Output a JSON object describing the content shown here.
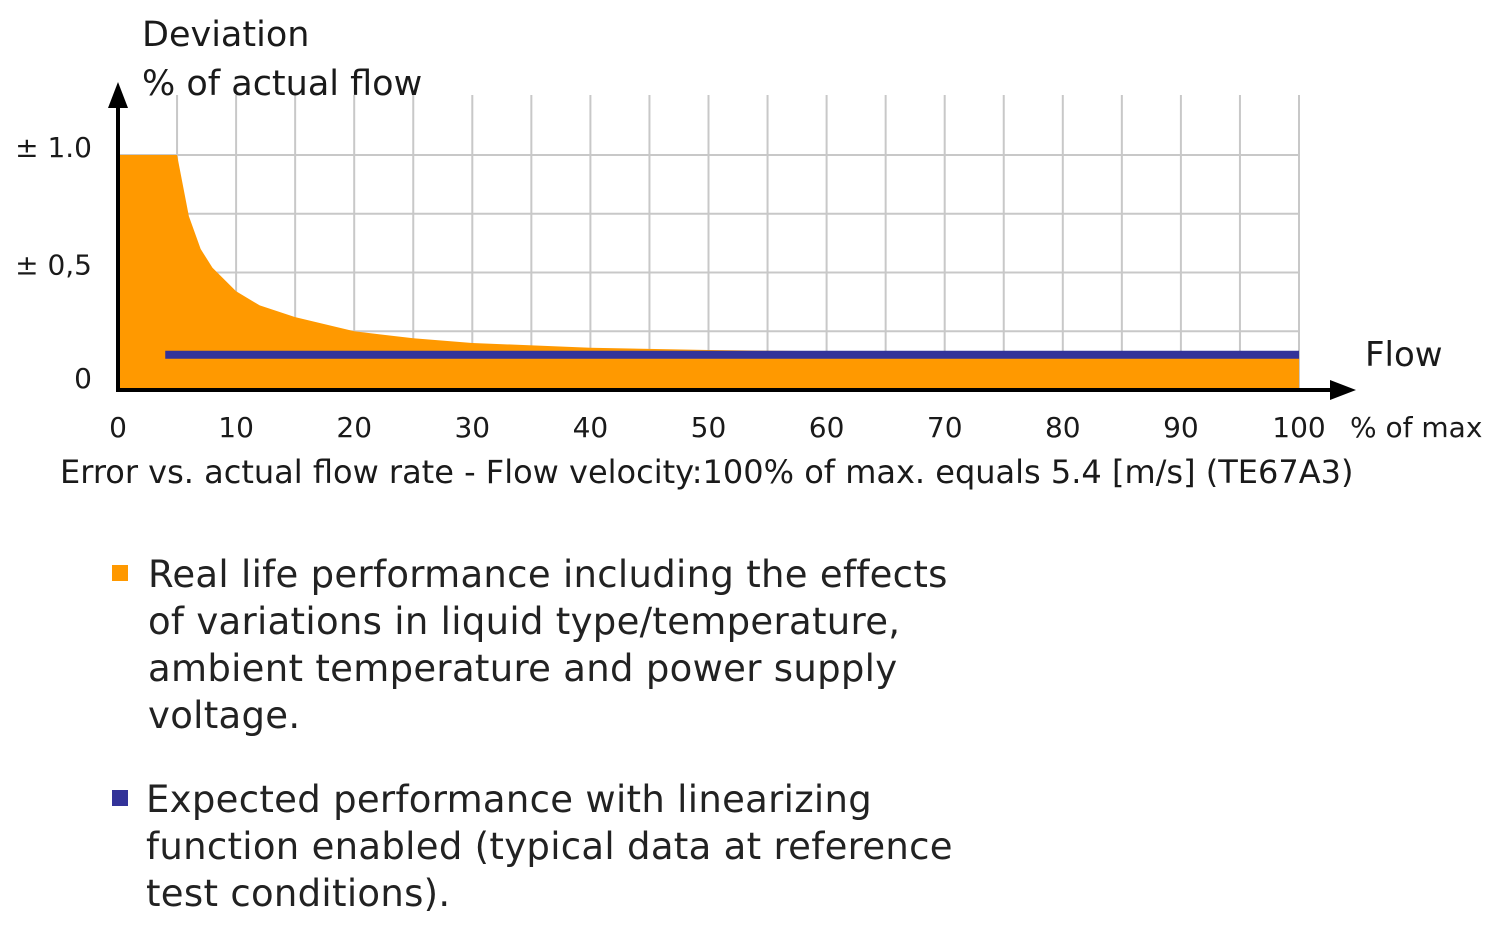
{
  "chart_data": {
    "type": "area",
    "ytitle_line1": "Deviation",
    "ytitle_line2": "% of actual flow",
    "xlabel": "Flow",
    "x_unit": "% of max",
    "caption": "Error vs. actual flow rate  - Flow velocity:100% of max. equals 5.4 [m/s] (TE67A3)",
    "xlim": [
      0,
      100
    ],
    "ylim": [
      0,
      1.2
    ],
    "x_ticks": [
      0,
      10,
      20,
      30,
      40,
      50,
      60,
      70,
      80,
      90,
      100
    ],
    "x_tick_labels": [
      "0",
      "10",
      "20",
      "30",
      "40",
      "50",
      "60",
      "70",
      "80",
      "90",
      "100"
    ],
    "y_ticks": [
      0,
      0.5,
      1.0
    ],
    "y_tick_labels": [
      "0",
      "± 0,5",
      "± 1.0"
    ],
    "grid": true,
    "series": [
      {
        "color": "#ff9900",
        "kind": "area",
        "x": [
          0,
          5,
          6,
          7,
          8,
          10,
          12,
          15,
          20,
          25,
          30,
          40,
          50,
          60,
          70,
          80,
          90,
          100
        ],
        "y": [
          1.0,
          1.0,
          0.74,
          0.6,
          0.52,
          0.42,
          0.36,
          0.31,
          0.25,
          0.22,
          0.2,
          0.18,
          0.17,
          0.165,
          0.16,
          0.155,
          0.15,
          0.15
        ]
      },
      {
        "color": "#333399",
        "kind": "line",
        "x": [
          4,
          100
        ],
        "y": [
          0.15,
          0.15
        ]
      }
    ]
  },
  "legend": [
    {
      "color": "#ff9900",
      "text": "Real life performance including the effects\n of variations in liquid type/temperature,\n ambient temperature and power supply\n voltage."
    },
    {
      "color": "#333399",
      "text": "Expected performance with linearizing\nfunction enabled (typical data at reference\ntest conditions)."
    }
  ]
}
